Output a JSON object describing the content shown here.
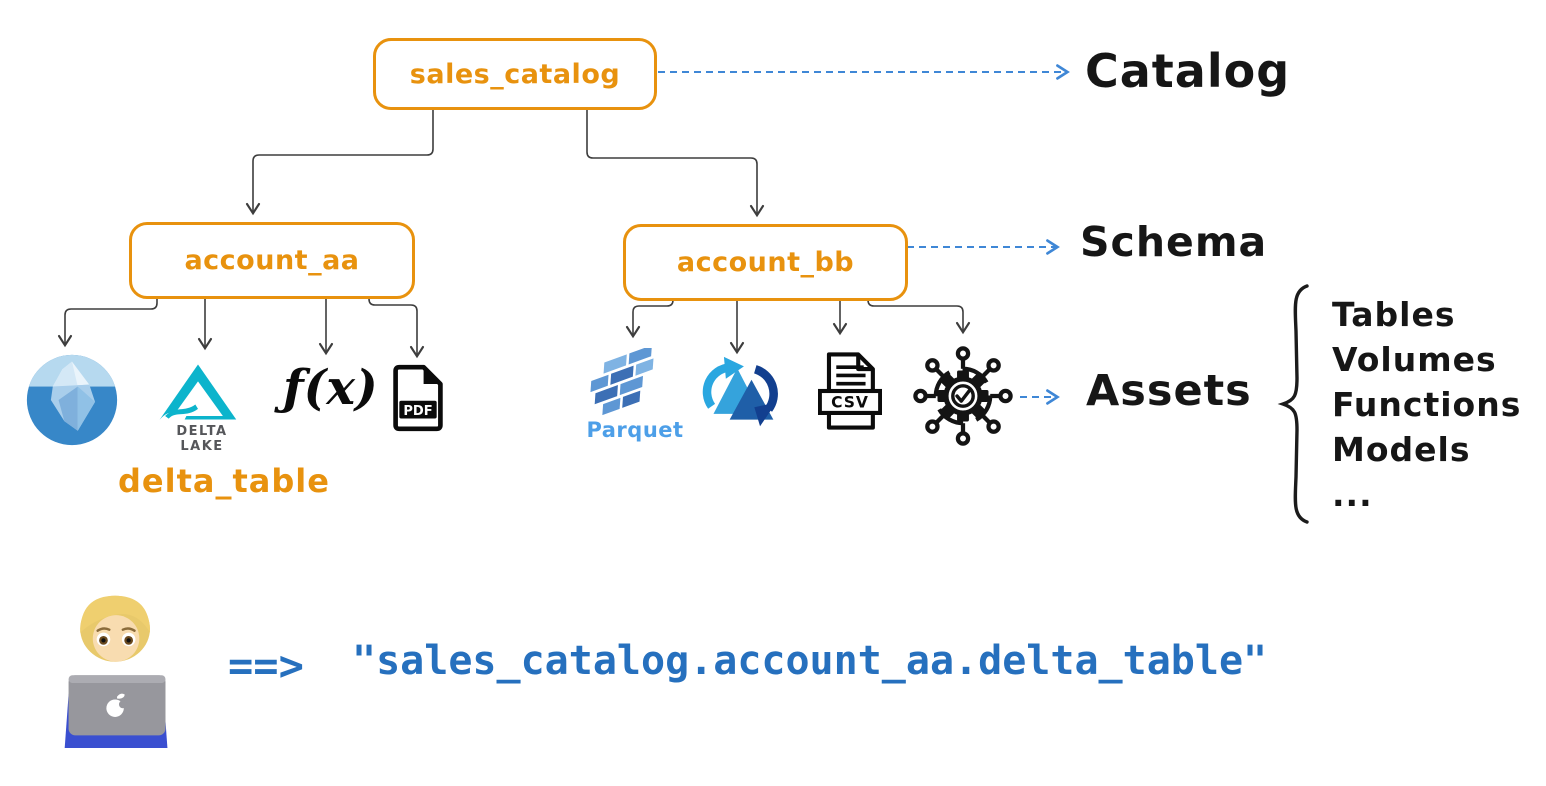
{
  "colors": {
    "accent_orange": "#E8920E",
    "arrow_blue": "#3F87D6",
    "code_blue": "#2670BE",
    "ink": "#1B1B1B",
    "delta_teal": "#0CB4CC",
    "parquet_blue": "#4D9FE8"
  },
  "tree": {
    "catalog": {
      "label": "sales_catalog"
    },
    "schemas": [
      {
        "label": "account_aa"
      },
      {
        "label": "account_bb"
      }
    ]
  },
  "levels": {
    "catalog": "Catalog",
    "schema": "Schema",
    "assets": "Assets"
  },
  "assets_aa": {
    "iceberg_icon": "iceberg-logo",
    "delta_lake_icon": "delta-lake-logo",
    "delta_lake_caption": "DELTA LAKE",
    "function_text": "ƒ(x)",
    "pdf_icon": "pdf-file",
    "pdf_label": "PDF",
    "table_name": "delta_table"
  },
  "assets_bb": {
    "parquet_icon": "parquet-logo",
    "parquet_caption": "Parquet",
    "delta_sync_icon": "delta-sync-logo",
    "csv_icon": "csv-file",
    "csv_label": "CSV",
    "ml_icon": "ml-gear-network"
  },
  "asset_types": {
    "items": [
      "Tables",
      "Volumes",
      "Functions",
      "Models",
      "..."
    ]
  },
  "footer": {
    "persona_icon": "person-at-laptop",
    "arrow": "==>",
    "path_text": "\"sales_catalog.account_aa.delta_table\""
  }
}
